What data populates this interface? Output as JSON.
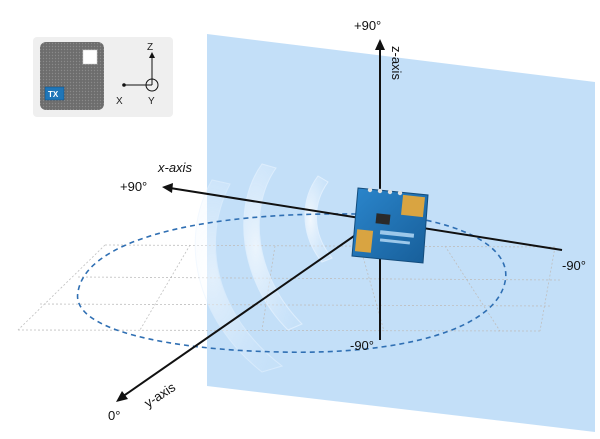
{
  "labels": {
    "z_top": "+90°",
    "z_bottom": "-90°",
    "z_axis": "z-axis",
    "x_axis": "x-axis",
    "x_left": "+90°",
    "x_right": "-90°",
    "y_axis": "y-axis",
    "y_end": "0°"
  },
  "legend": {
    "tx": "TX",
    "axis_z": "Z",
    "axis_x": "X",
    "axis_y": "Y"
  },
  "colors": {
    "plane": "#bcdcf7",
    "dashed_pattern": "#2f6fb3",
    "board": "#1f76b8",
    "antenna_gold": "#d9a441",
    "grid": "#bcbcbc"
  }
}
